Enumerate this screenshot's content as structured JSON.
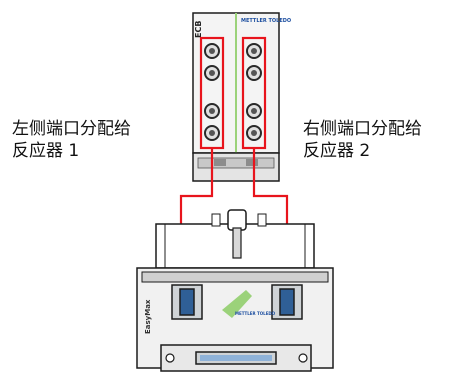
{
  "left_label": {
    "line1": "左侧端口分配给",
    "line2": "反应器 1"
  },
  "right_label": {
    "line1": "右侧端口分配给",
    "line2": "反应器 2"
  },
  "module": {
    "name": "ECB",
    "brand": "METTLER TOLEDO"
  },
  "reactor": {
    "name": "EasyMax",
    "brand": "METTLER TOLEDO"
  },
  "colors": {
    "highlight": "#e8141c",
    "outline": "#1c1c1c",
    "body": "#f2f2f2",
    "panel": "#cfd3d6",
    "port_ring": "#2a2a2a",
    "accent_green": "#9bd27a"
  },
  "icons": [
    "port-icon",
    "arrow-down-icon"
  ]
}
